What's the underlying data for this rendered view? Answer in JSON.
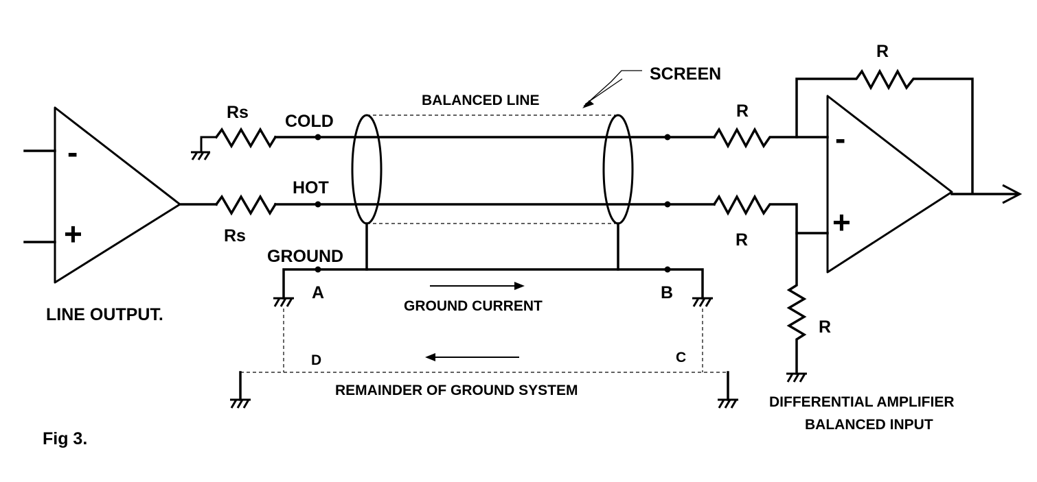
{
  "figure": {
    "caption": "Fig 3.",
    "line_output_label": "LINE OUTPUT.",
    "source_resistor_top_label": "Rs",
    "source_resistor_bottom_label": "Rs",
    "cold_label": "COLD",
    "hot_label": "HOT",
    "ground_label": "GROUND",
    "balanced_line_label": "BALANCED LINE",
    "screen_label": "SCREEN",
    "point_a": "A",
    "point_b": "B",
    "point_c": "C",
    "point_d": "D",
    "ground_current_label": "GROUND CURRENT",
    "remainder_label": "REMAINDER OF GROUND SYSTEM",
    "resistor_cold_label": "R",
    "resistor_hot_label": "R",
    "resistor_feedback_label": "R",
    "resistor_shunt_label": "R",
    "diff_amp_label_line1": "DIFFERENTIAL AMPLIFIER",
    "diff_amp_label_line2": "BALANCED INPUT",
    "opamp_minus": "-",
    "opamp_plus": "+"
  }
}
